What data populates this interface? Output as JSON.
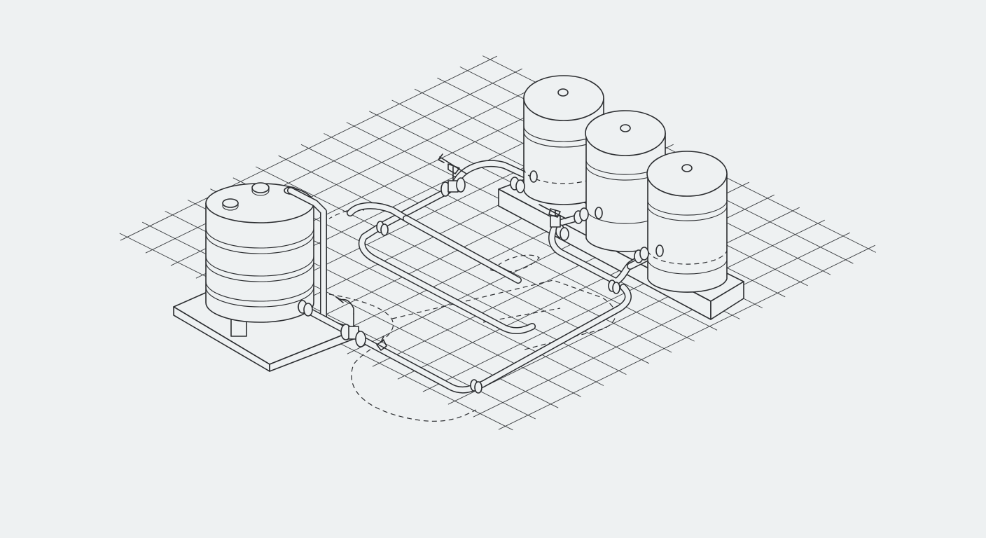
{
  "diagram": {
    "kind": "isometric-piping-line-drawing",
    "colors": {
      "background": "#eef1f2",
      "ink": "#2b2d30",
      "grid": "#3a3d40"
    },
    "components": {
      "main_tank": {
        "icon": "storage-tank-icon",
        "bands": 3,
        "top_ports": 3
      },
      "small_tanks": {
        "icon": "small-tank-icon",
        "count": 3
      },
      "valves": {
        "icon": "gate-valve-icon",
        "count": 4
      },
      "flanges": {
        "icon": "pipe-flange-icon"
      }
    },
    "grid": {
      "shown": true,
      "projection": "isometric"
    },
    "hidden_pipes_dashed": true
  }
}
